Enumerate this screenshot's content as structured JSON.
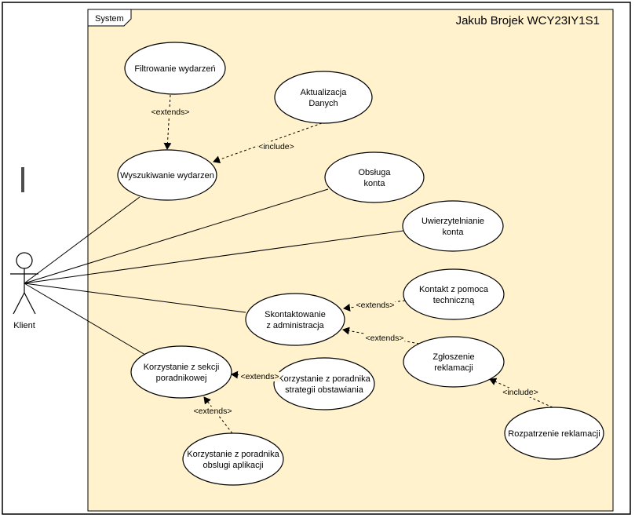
{
  "diagram": {
    "title": "Jakub  Brojek WCY23IY1S1",
    "frame_label": "System",
    "actor": {
      "label": "Klient"
    },
    "colors": {
      "fill": "#fff2cc",
      "stroke": "#000000",
      "accent_bar": "#4d4d4d"
    },
    "use_cases": [
      {
        "id": "filtrowanie",
        "lines": [
          "Filtrowanie wydarzeń"
        ]
      },
      {
        "id": "aktualizacja",
        "lines": [
          "Aktualizacja",
          "Danych"
        ]
      },
      {
        "id": "wyszukiwanie",
        "lines": [
          "Wyszukiwanie wydarzen"
        ]
      },
      {
        "id": "obsluga",
        "lines": [
          "Obsługa",
          "konta"
        ]
      },
      {
        "id": "uwierzytelnianie",
        "lines": [
          "Uwierzytelnianie",
          "konta"
        ]
      },
      {
        "id": "kontakt",
        "lines": [
          "Kontakt z pomoca",
          "techniczną"
        ]
      },
      {
        "id": "skontaktowanie",
        "lines": [
          "Skontaktowanie",
          "z administracja"
        ]
      },
      {
        "id": "zgloszenie",
        "lines": [
          "Zgłoszenie",
          "reklamacji"
        ]
      },
      {
        "id": "korzystanie_sekcji",
        "lines": [
          "Korzystanie z sekcji",
          "poradnikowej"
        ]
      },
      {
        "id": "korzystanie_strategii",
        "lines": [
          "Korzystanie z poradnika",
          "strategii obstawiania"
        ]
      },
      {
        "id": "rozpatrzenie",
        "lines": [
          "Rozpatrzenie reklamacji"
        ]
      },
      {
        "id": "korzystanie_aplikacji",
        "lines": [
          "Korzystanie z poradnika",
          "obslugi aplikacji"
        ]
      }
    ],
    "associations": [
      {
        "to": "wyszukiwanie"
      },
      {
        "to": "obsluga"
      },
      {
        "to": "uwierzytelnianie"
      },
      {
        "to": "skontaktowanie"
      },
      {
        "to": "korzystanie_sekcji"
      }
    ],
    "dependencies": [
      {
        "from": "filtrowanie",
        "to": "wyszukiwanie",
        "label": "<extends>"
      },
      {
        "from": "aktualizacja",
        "to": "wyszukiwanie",
        "label": "<include>"
      },
      {
        "from": "kontakt",
        "to": "skontaktowanie",
        "label": "<extends>"
      },
      {
        "from": "zgloszenie",
        "to": "skontaktowanie",
        "label": "<extends>"
      },
      {
        "from": "korzystanie_strategii",
        "to": "korzystanie_sekcji",
        "label": "<extends>"
      },
      {
        "from": "korzystanie_aplikacji",
        "to": "korzystanie_sekcji",
        "label": "<extends>"
      },
      {
        "from": "rozpatrzenie",
        "to": "zgloszenie",
        "label": "<include>"
      }
    ]
  }
}
